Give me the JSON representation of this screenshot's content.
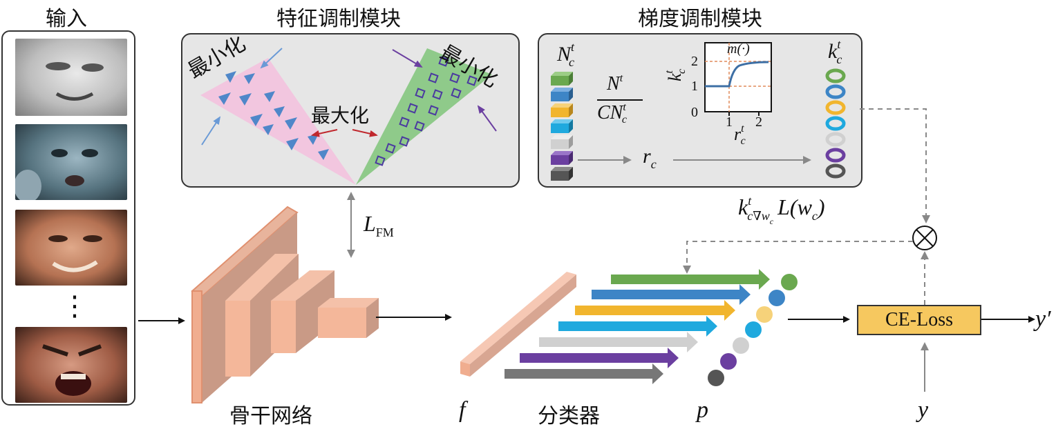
{
  "titles": {
    "input": "输入",
    "feature_module": "特征调制模块",
    "gradient_module": "梯度调制模块"
  },
  "feature_module": {
    "minimize_left": "最小化",
    "minimize_right": "最小化",
    "maximize": "最大化"
  },
  "gradient_module": {
    "count_symbol": "N",
    "count_sup": "t",
    "count_sub": "c",
    "ratio_numerator": "N",
    "ratio_numerator_sup": "t",
    "ratio_denominator": "CN",
    "ratio_denominator_sup": "t",
    "ratio_denominator_sub": "c",
    "ratio_var": "r",
    "ratio_var_sub": "c",
    "k_symbol": "k",
    "k_sup": "t",
    "k_sub": "c",
    "plot": {
      "title": "m(·)",
      "y_ticks": [
        "0",
        "1",
        "2"
      ],
      "x_ticks": [
        "1",
        "2"
      ],
      "y_label": "k",
      "y_label_sup": "t",
      "y_label_sub": "c",
      "x_label": "r",
      "x_label_sup": "t",
      "x_label_sub": "c"
    },
    "class_colors": [
      "#6aa84f",
      "#3d85c6",
      "#f1b52e",
      "#1fa9de",
      "#d0d0d0",
      "#6b3fa0",
      "#555555"
    ]
  },
  "labels": {
    "lfm": "L",
    "lfm_sub": "FM",
    "gradient_expr": "k",
    "gradient_expr_sup": "t",
    "gradient_expr_sub": "c∇w",
    "gradient_expr_sub2": "c",
    "gradient_expr_rest": "L(w",
    "gradient_expr_rest_sub": "c",
    "gradient_expr_close": ")",
    "ce_loss": "CE-Loss",
    "y_prime": "y′",
    "y": "y",
    "backbone": "骨干网络",
    "feature": "f",
    "classifier": "分类器",
    "prob": "p",
    "dots": "⋮"
  },
  "colors": {
    "pink_sector": "#f2c6df",
    "green_sector": "#8fca8a",
    "triangle": "#4f87c9",
    "diamond_stroke": "#4b3aa0",
    "backbone_front": "#f0ad8f",
    "backbone_side": "#c99a86",
    "arrow_red": "#c0272d",
    "arrow_purple": "#6b3fa0",
    "arrow_blue": "#6a9ad6",
    "ce_box": "#f6c85f"
  }
}
